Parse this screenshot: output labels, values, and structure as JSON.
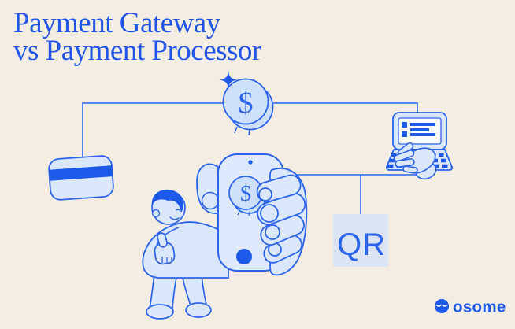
{
  "meta": {
    "background": "#f4ede4",
    "accent": "#2b63ea",
    "solid_blue": "#1e5ae9",
    "light_blue": "#dbe7fb",
    "coin_blue": "#cfe1fa",
    "qr_fill": "#dde4f3",
    "title_color": "#2155e6",
    "screen_white": "#fcfdff"
  },
  "header": {
    "title_line1": "Payment Gateway",
    "title_line2": "vs Payment Processor"
  },
  "diagram": {
    "coin_symbol": "$",
    "phone_coin_symbol": "$",
    "qr_label": "QR",
    "icons": [
      "credit-card-icon",
      "coin-dollar-icon",
      "sparkle-icon",
      "laptop-with-hand-icon",
      "qr-code-icon",
      "person-thumbs-up-icon",
      "hand-holding-phone-icon"
    ]
  },
  "brand": {
    "name": "osome",
    "logo_icon": "osome-face-icon"
  }
}
